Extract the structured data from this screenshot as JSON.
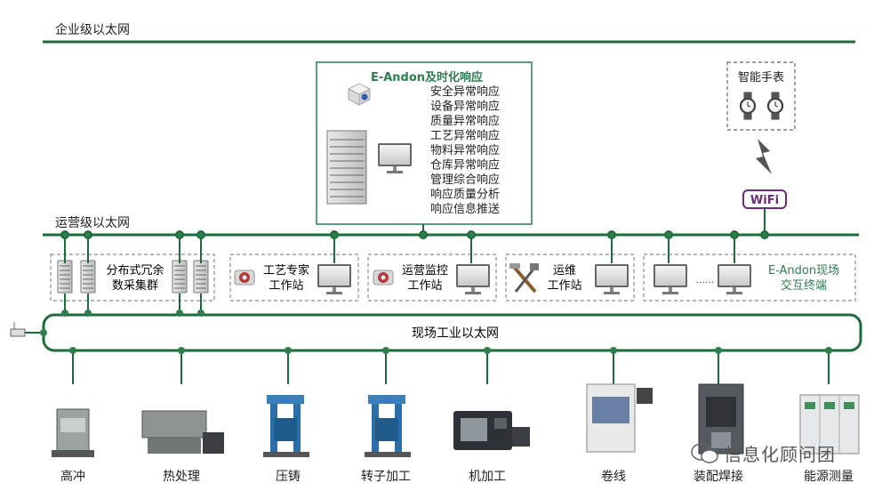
{
  "networks": {
    "enterprise": "企业级以太网",
    "operations": "运营级以太网",
    "field": "现场工业以太网"
  },
  "andon_panel": {
    "title": "E-Andon及时化响应",
    "items": [
      "安全异常响应",
      "设备异常响应",
      "质量异常响应",
      "工艺异常响应",
      "物料异常响应",
      "仓库异常响应",
      "管理综合响应",
      "响应质量分析",
      "响应信息推送"
    ]
  },
  "watch_box": {
    "title": "智能手表"
  },
  "wifi_label": "WiFi",
  "workstations": {
    "cluster": {
      "line1": "分布式冗余",
      "line2": "数采集群"
    },
    "process": {
      "line1": "工艺专家",
      "line2": "工作站"
    },
    "ops_monitor": {
      "line1": "运营监控",
      "line2": "工作站"
    },
    "maintenance": {
      "line1": "运维",
      "line2": "工作站"
    },
    "andon_terminal": {
      "line1": "E-Andon现场",
      "line2": "交互终端",
      "dots": "......"
    }
  },
  "equipment": [
    "高冲",
    "热处理",
    "压铸",
    "转子加工",
    "机加工",
    "卷线",
    "装配焊接",
    "能源测量"
  ],
  "watermark": "信息化顾问团",
  "colors": {
    "line": "#1e6b3a",
    "node": "#2e7d4f",
    "box_border": "#2e7d4f",
    "dashed": "#8a8a8a",
    "andon_title": "#2e7d4f",
    "terminal_text": "#2e7d4f"
  }
}
